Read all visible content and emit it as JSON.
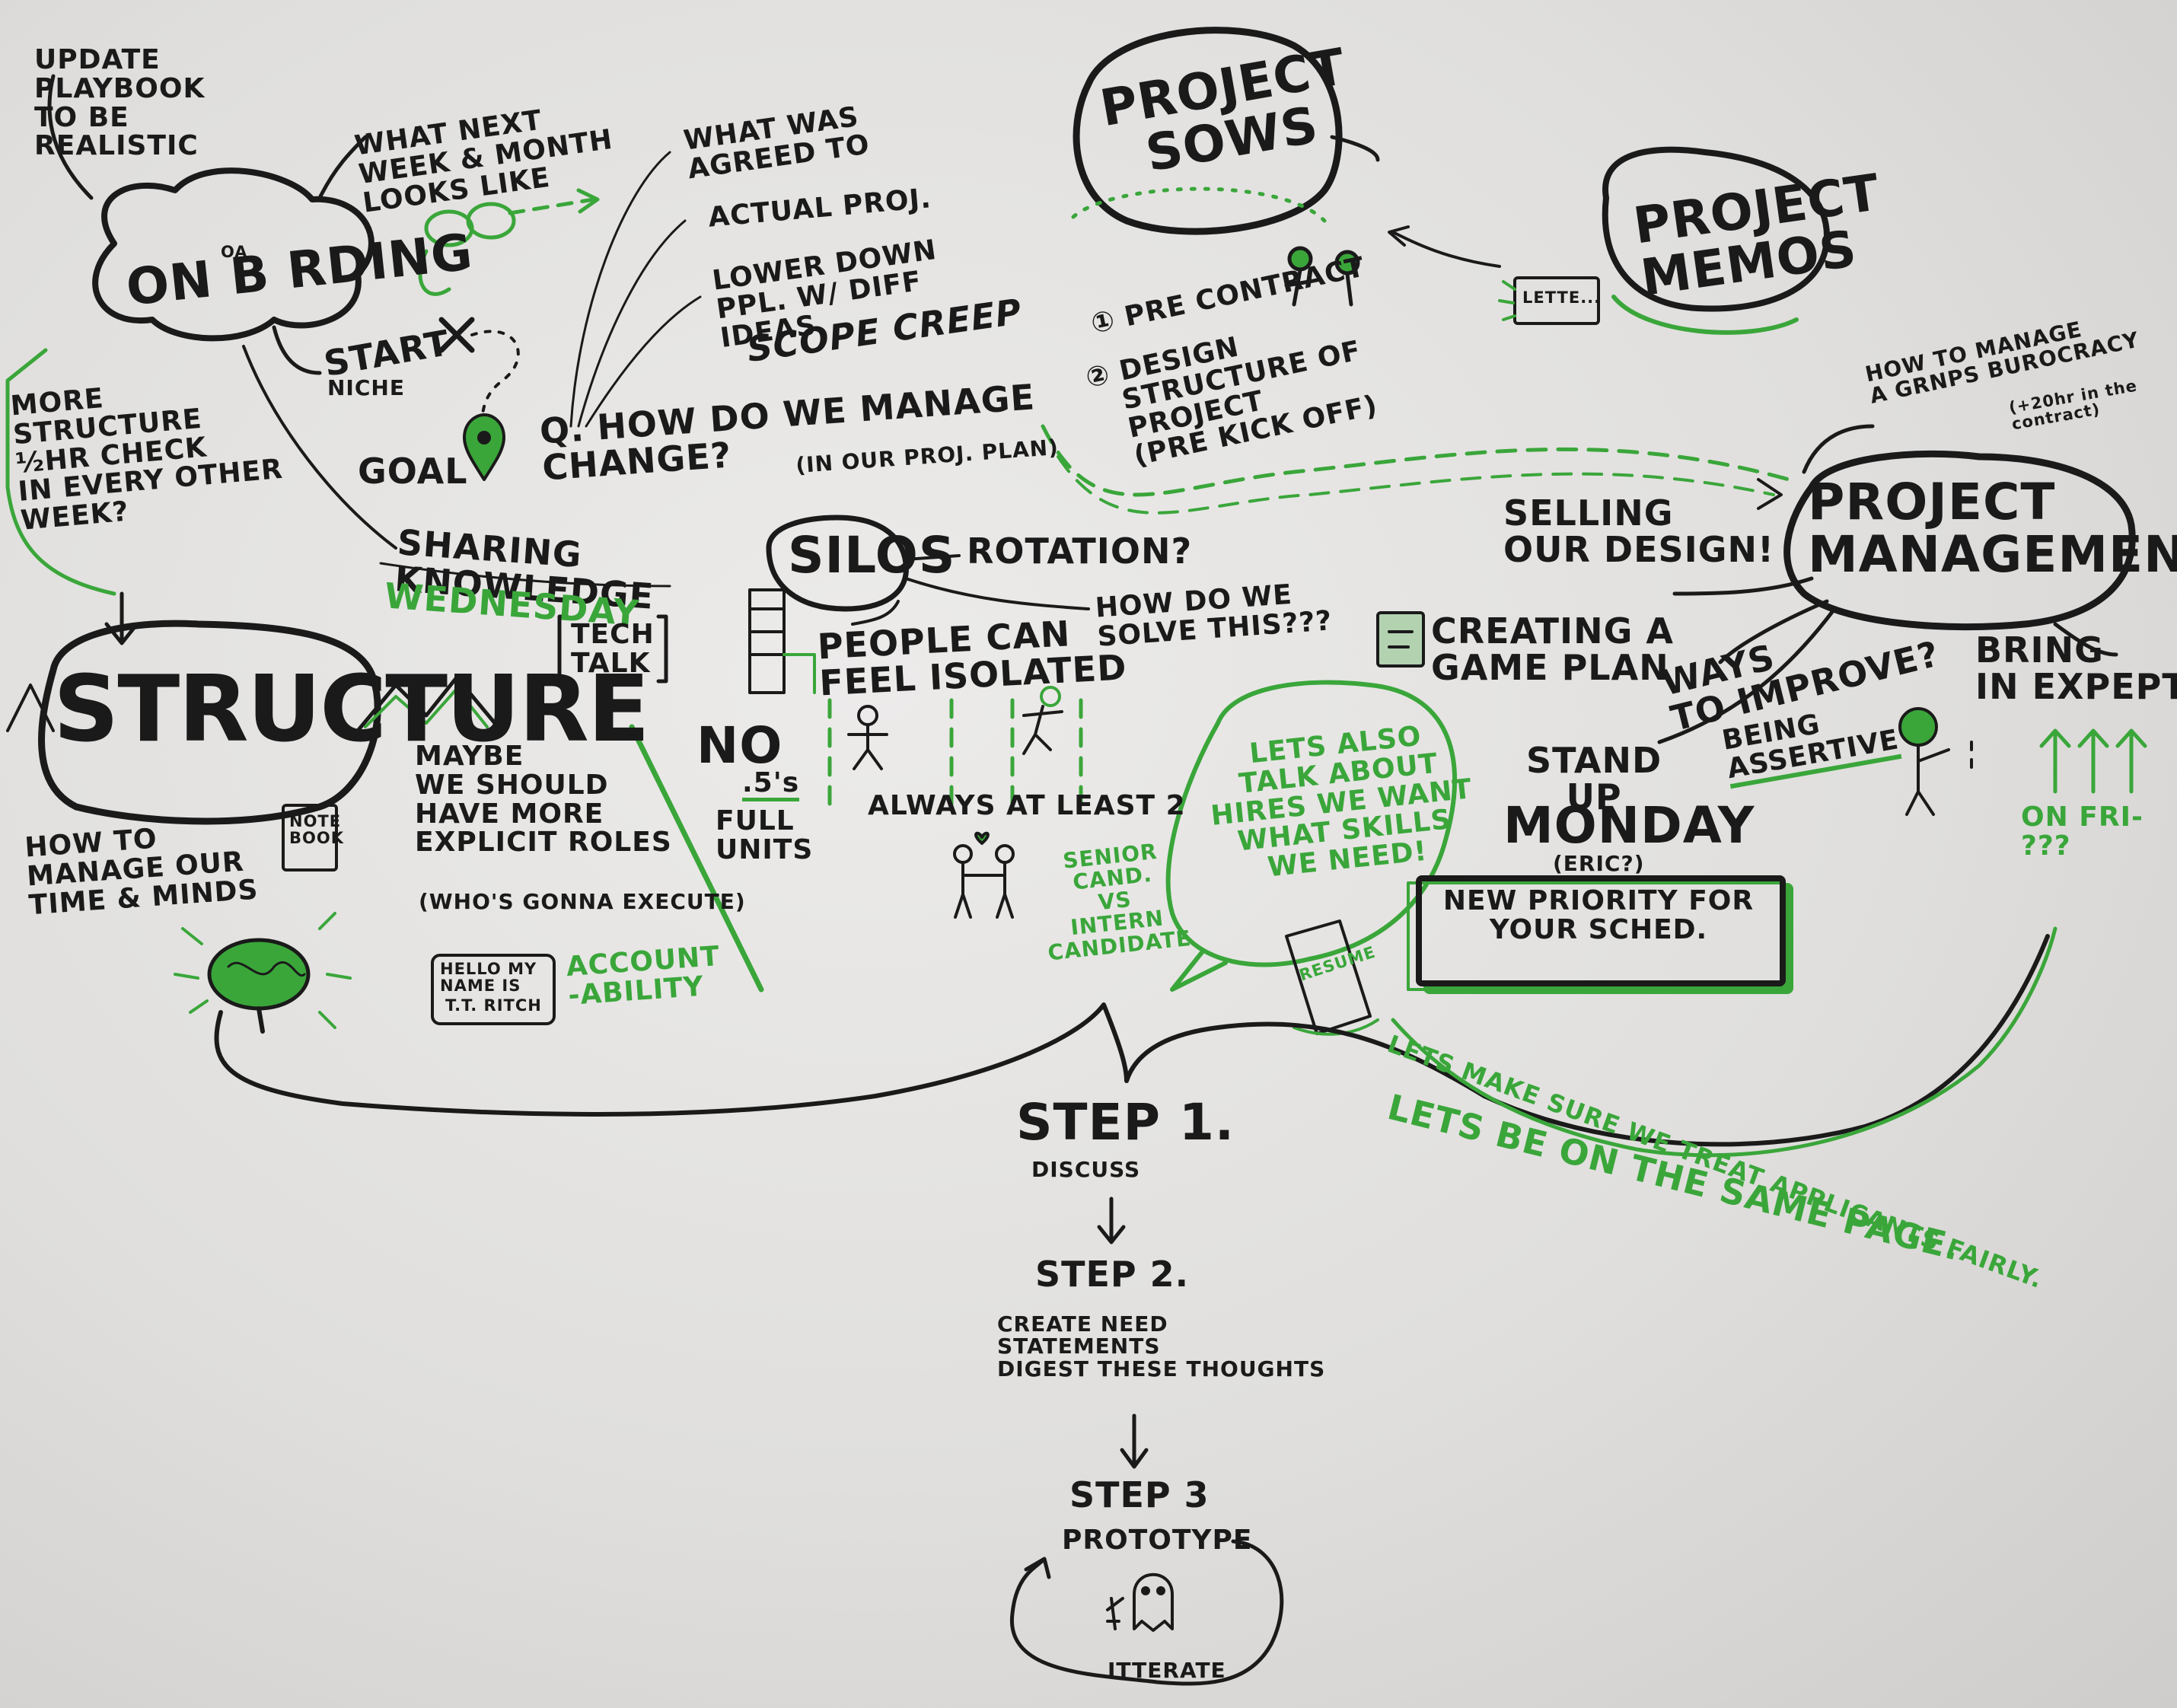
{
  "onboarding": {
    "title": "ON B RDING",
    "title_small": "OA",
    "update_playbook": "UPDATE\nPLAYBOOK\nTO BE\nREALISTIC",
    "what_next": "WHAT NEXT\nWEEK & MONTH\nLOOKS LIKE",
    "start": "START",
    "niche": "NICHE",
    "goal": "GOAL"
  },
  "change": {
    "what_agreed": "WHAT WAS\nAGREED TO",
    "actual_proj": "ACTUAL PROJ.",
    "lower_down": "LOWER DOWN\nPPL. W/ DIFF\nIDEAS",
    "scope_creep": "SCOPE CREEP",
    "question": "Q. HOW DO WE MANAGE\nCHANGE?",
    "question_note": "(IN OUR PROJ. PLAN)"
  },
  "project_sows": {
    "title": "PROJECT\nSOWS",
    "pre_contract": "① PRE CONTRACT",
    "design": "② DESIGN\n   STRUCTURE OF\n   PROJECT\n   (PRE KICK OFF)"
  },
  "project_memos": {
    "title": "PROJECT\nMEMOS",
    "letter": "LETTE..."
  },
  "structure": {
    "more_structure": "MORE\nSTRUCTURE\n½HR CHECK\nIN EVERY OTHER\nWEEK?",
    "title": "STRUCTURE",
    "how_to_manage": "HOW TO\nMANAGE OUR\nTIME & MINDS",
    "notebook": "NOTE\nBOOK",
    "maybe": "MAYBE\nWE SHOULD\nHAVE MORE\nEXPLICIT ROLES",
    "whos_gonna": "(WHO'S GONNA EXECUTE)",
    "name_tag_hello": "HELLO MY\nNAME IS",
    "name_tag_name": "T.T. RITCH",
    "accountability": "ACCOUNT\n-ABILITY"
  },
  "sharing": {
    "text": "SHARING\nKNOWLEDGE",
    "wednesday": "WEDNESDAY",
    "tech_talk": "TECH\nTALK"
  },
  "silos": {
    "title": "SILOS",
    "rotation": "ROTATION?",
    "how_solve": "HOW DO WE\nSOLVE THIS???",
    "isolated": "PEOPLE CAN\nFEEL ISOLATED",
    "no": "NO",
    "halves": ".5's",
    "full_units": "FULL\nUNITS",
    "always": "ALWAYS AT LEAST 2"
  },
  "project_management": {
    "title": "PROJECT\nMANAGEMENT",
    "burocracy": "HOW TO MANAGE\nA GRNPS BUROCRACY",
    "contract_note": "(+20hr in the\ncontract)",
    "selling": "SELLING\nOUR DESIGN!",
    "game_plan": "CREATING A\nGAME PLAN",
    "ways": "WAYS\nTO IMPROVE?",
    "bring": "BRING\nIN EXPEPTS",
    "on_fri": "ON FRI-\n???",
    "assertive": "BEING\nASSERTIVE",
    "stand_up": "STAND\nUP",
    "monday": "MONDAY",
    "eric": "(ERIC?)",
    "new_priority": "NEW PRIORITY FOR\nYOUR SCHED."
  },
  "hiring": {
    "bubble": "LETS ALSO\nTALK ABOUT\nHIRES WE WANT\nWHAT SKILLS\nWE NEED!",
    "senior": "SENIOR\nCAND.\nVS\nINTERN\nCANDIDATE",
    "resume": "RESUME",
    "same_page": "LETS BE ON THE SAME PAGE.",
    "fairly": "LETS MAKE SURE WE TREAT APPLICANTS FAIRLY."
  },
  "steps": {
    "step1": "STEP 1.",
    "discuss": "DISCUSS",
    "step2": "STEP 2.",
    "create": "CREATE NEED\nSTATEMENTS\nDIGEST THESE THOUGHTS",
    "step3": "STEP 3",
    "prototype": "PROTOTYPE",
    "iterate": "ITTERATE"
  },
  "colors": {
    "ink": "#1a1a1a",
    "green": "#3aa63a",
    "board": "#e4e3e1"
  }
}
